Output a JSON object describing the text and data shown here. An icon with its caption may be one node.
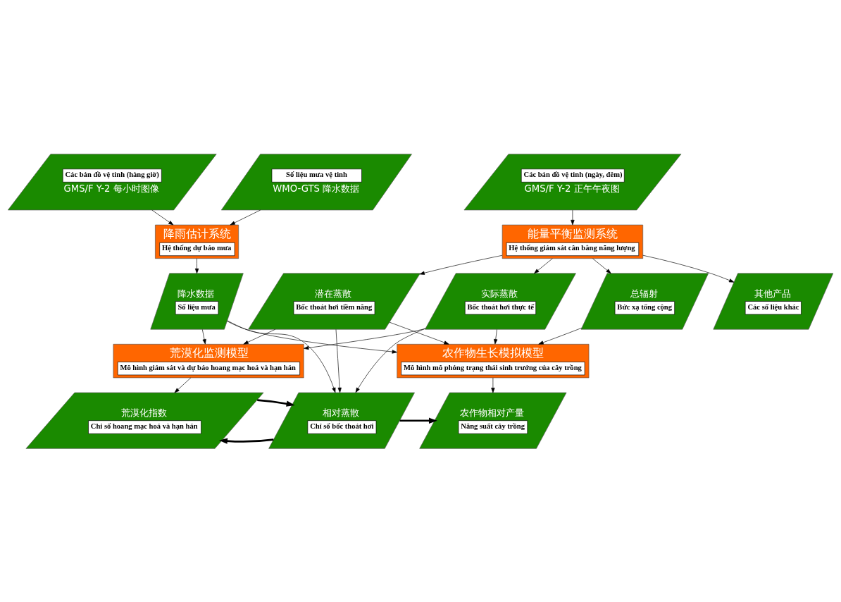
{
  "diagram": {
    "nodes": [
      {
        "text": [
          "Số liệu mưa vệ tinh",
          "WMO-GTS 降水数据"
        ]
      },
      {
        "text": [
          "Các bản đồ vệ tinh (hàng giờ)",
          "GMS/F Y-2 每小时图像"
        ]
      },
      {
        "text": [
          "Các bản đồ vệ tinh (ngày, đêm)",
          "GMS/F Y-2 正午午夜图"
        ]
      },
      {
        "text": [
          "降雨估计系统",
          "Hệ thống dự báo mưa"
        ]
      },
      {
        "text": [
          "能量平衡监测系统",
          "Hệ thống giám sát cân bằng năng lượng"
        ]
      },
      {
        "text": [
          "降水数据",
          "Số liệu mưa"
        ]
      },
      {
        "text": [
          "潜在蒸散",
          "Bốc thoát hơi tiềm năng"
        ]
      },
      {
        "text": [
          "实际蒸散",
          "Bốc thoát hơi thực tế"
        ]
      },
      {
        "text": [
          "总辐射",
          "Bức xạ tổng cộng"
        ]
      },
      {
        "text": [
          "其他产品",
          "Các số liệu khác"
        ]
      },
      {
        "text": [
          "荒漠化监测模型",
          "Mô hình giám sát và dự báo hoang mạc hoá và hạn hán"
        ]
      },
      {
        "text": [
          "农作物生长模拟模型",
          "Mô hình mô phỏng trạng thái sinh trưởng của cây trồng"
        ]
      },
      {
        "text": [
          "荒漠化指数",
          "Chỉ số hoang mạc hoá và hạn hán"
        ]
      },
      {
        "text": [
          "相对蒸散",
          "Chỉ số bốc thoát hơi"
        ]
      },
      {
        "text": [
          "农作物相对产量",
          "Năng suất cây trồng"
        ]
      }
    ],
    "edges": [
      {
        "from": 0,
        "to": 3,
        "arrow": "to"
      },
      {
        "from": 1,
        "to": 3,
        "arrow": "to"
      },
      {
        "from": 2,
        "to": 4,
        "arrow": "to"
      },
      {
        "from": 3,
        "to": 5,
        "arrow": "to"
      },
      {
        "from": 4,
        "to": 6,
        "arrow": "to"
      },
      {
        "from": 4,
        "to": 7,
        "arrow": "to"
      },
      {
        "from": 4,
        "to": 8,
        "arrow": "to"
      },
      {
        "from": 4,
        "to": 9,
        "arrow": "to"
      },
      {
        "from": 5,
        "to": 10,
        "arrow": "to"
      },
      {
        "from": 5,
        "to": 13,
        "arrow": "to"
      },
      {
        "from": 5,
        "to": 11,
        "arrow": "to"
      },
      {
        "from": 6,
        "to": 10,
        "arrow": "to"
      },
      {
        "from": 6,
        "to": 13,
        "arrow": "to"
      },
      {
        "from": 6,
        "to": 11,
        "arrow": "to"
      },
      {
        "from": 7,
        "to": 10,
        "arrow": "to"
      },
      {
        "from": 7,
        "to": 13,
        "arrow": "to"
      },
      {
        "from": 7,
        "to": 11,
        "arrow": "to"
      },
      {
        "from": 8,
        "to": 11,
        "arrow": "to"
      },
      {
        "from": 10,
        "to": 12,
        "arrow": "to"
      },
      {
        "from": 11,
        "to": 14,
        "arrow": "to"
      },
      {
        "from": 13,
        "to": 12,
        "arrow": "to",
        "style": "thick"
      },
      {
        "from": 12,
        "to": 13,
        "arrow": "to",
        "style": "thick"
      },
      {
        "from": 13,
        "to": 14,
        "arrow": "to",
        "style": "thick"
      }
    ]
  }
}
